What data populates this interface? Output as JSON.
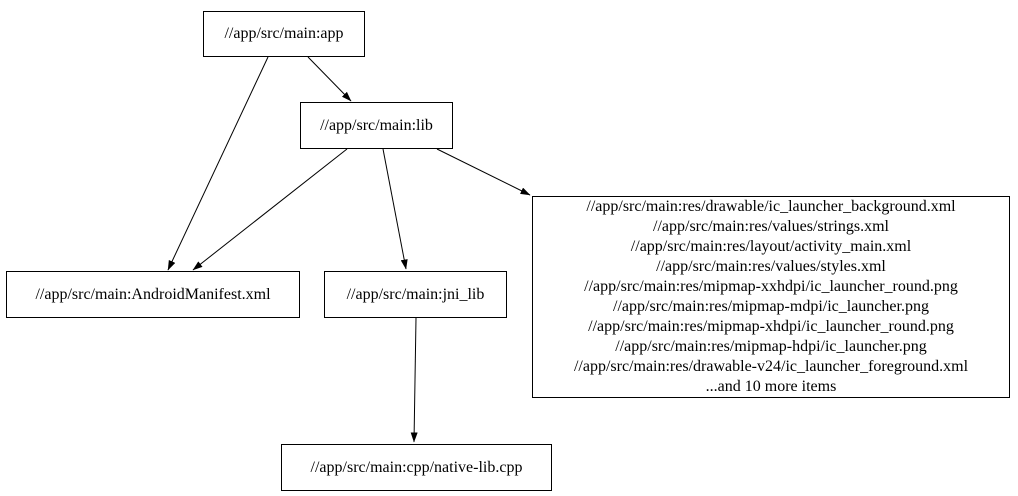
{
  "diagram": {
    "kind": "build-dependency-graph",
    "colors": {
      "background": "#ffffff",
      "node_fill": "#ffffff",
      "node_border": "#000000",
      "edge": "#000000",
      "text": "#000000"
    },
    "nodes": {
      "app": {
        "label": "//app/src/main:app"
      },
      "lib": {
        "label": "//app/src/main:lib"
      },
      "android_manifest": {
        "label": "//app/src/main:AndroidManifest.xml"
      },
      "jni_lib": {
        "label": "//app/src/main:jni_lib"
      },
      "native_lib_cpp": {
        "label": "//app/src/main:cpp/native-lib.cpp"
      },
      "res_files": {
        "lines": [
          "//app/src/main:res/drawable/ic_launcher_background.xml",
          "//app/src/main:res/values/strings.xml",
          "//app/src/main:res/layout/activity_main.xml",
          "//app/src/main:res/values/styles.xml",
          "//app/src/main:res/mipmap-xxhdpi/ic_launcher_round.png",
          "//app/src/main:res/mipmap-mdpi/ic_launcher.png",
          "//app/src/main:res/mipmap-xhdpi/ic_launcher_round.png",
          "//app/src/main:res/mipmap-hdpi/ic_launcher.png",
          "//app/src/main:res/drawable-v24/ic_launcher_foreground.xml",
          "...and 10 more items"
        ]
      }
    },
    "edges": [
      {
        "from": "app",
        "to": "android_manifest"
      },
      {
        "from": "app",
        "to": "lib"
      },
      {
        "from": "lib",
        "to": "android_manifest"
      },
      {
        "from": "lib",
        "to": "jni_lib"
      },
      {
        "from": "lib",
        "to": "res_files"
      },
      {
        "from": "jni_lib",
        "to": "native_lib_cpp"
      }
    ]
  }
}
